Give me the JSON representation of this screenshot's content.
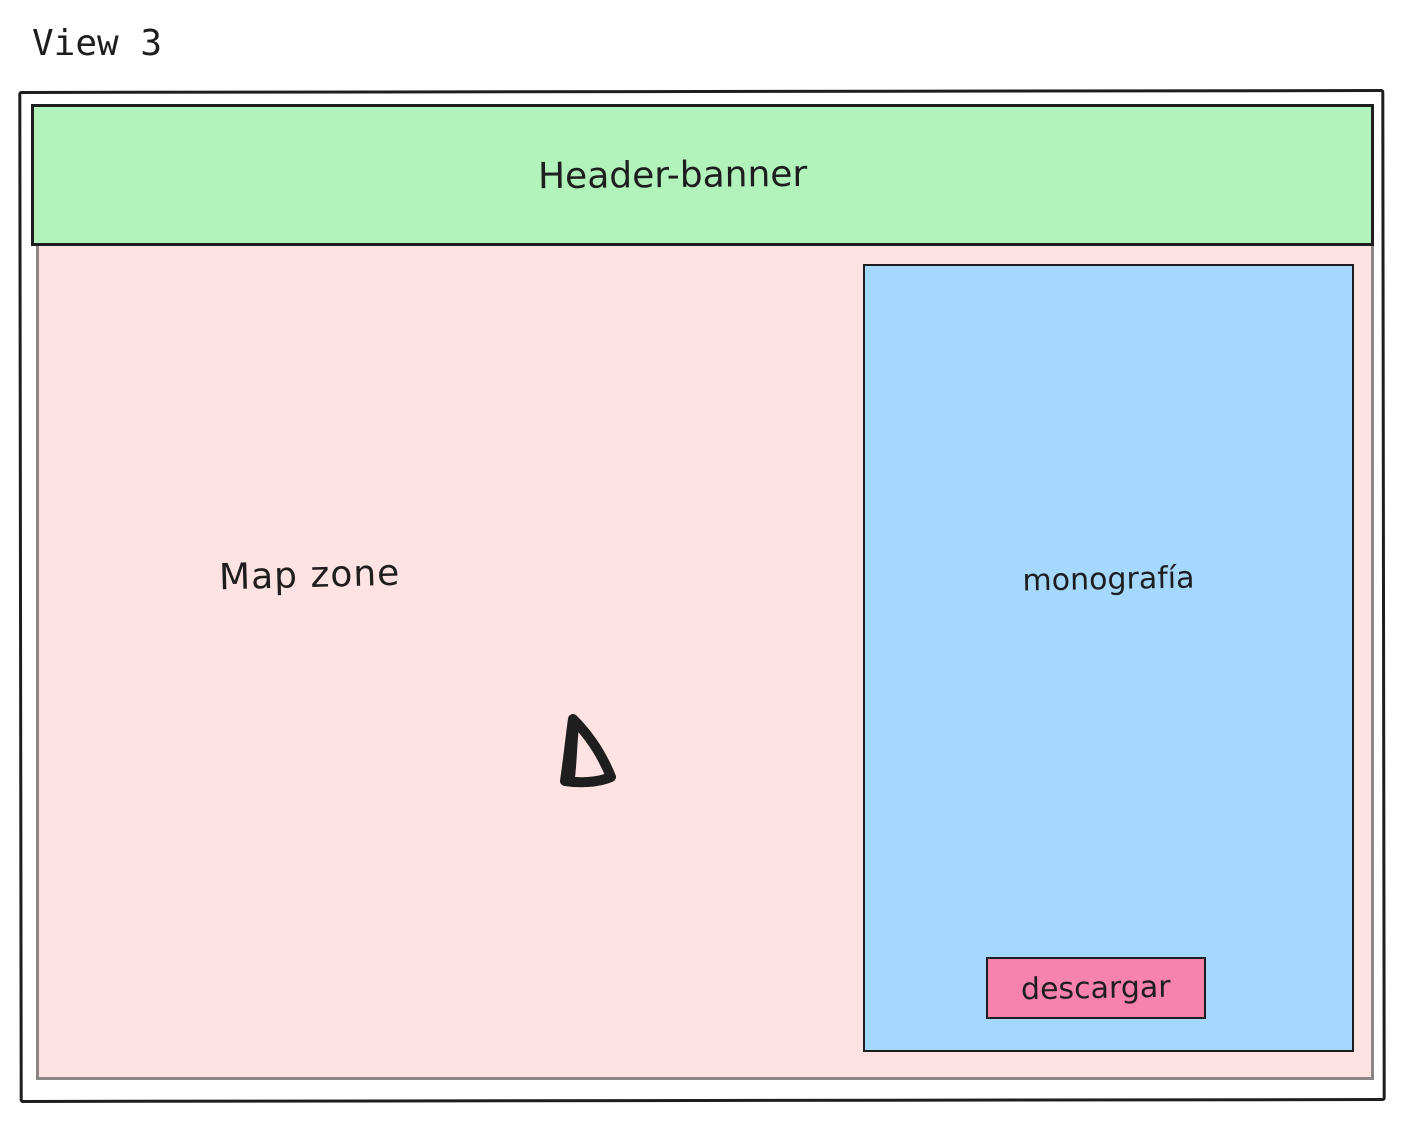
{
  "view": {
    "title": "View 3"
  },
  "header": {
    "label": "Header-banner",
    "color": "#b2f2bb"
  },
  "map": {
    "label": "Map zone",
    "color": "#ffe3e3",
    "marker_icon": "navigation-arrow-icon"
  },
  "side_panel": {
    "label": "monografía",
    "color": "#a5d8ff",
    "button": {
      "label": "descargar",
      "color": "#f783ac"
    }
  }
}
